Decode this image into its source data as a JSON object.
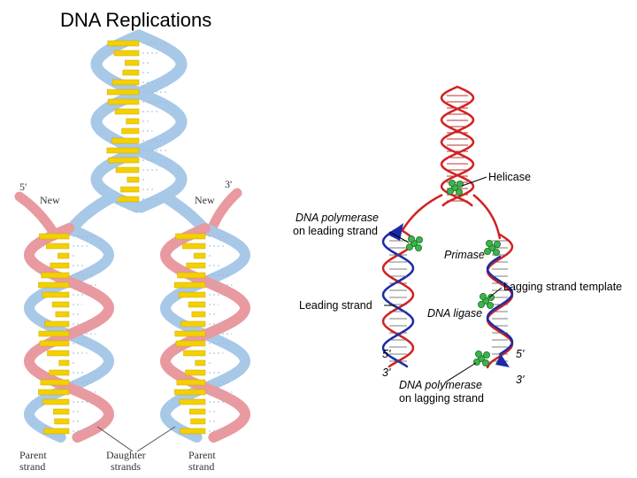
{
  "title": "DNA Replications",
  "left_diagram": {
    "end_5": "5'",
    "end_3": "3'",
    "new_left": "New",
    "new_right": "New",
    "parent_left": [
      "Parent",
      "strand"
    ],
    "daughter": [
      "Daughter",
      "strands"
    ],
    "parent_right": [
      "Parent",
      "strand"
    ]
  },
  "right_diagram": {
    "helicase": "Helicase",
    "pol_leading": [
      "DNA polymerase",
      "on leading strand"
    ],
    "primase": "Primase",
    "lagging_template": "Lagging strand template",
    "leading_strand": "Leading strand",
    "ligase": "DNA ligase",
    "left_5": "5'",
    "left_3": "3'",
    "right_5": "5'",
    "right_3": "3'",
    "pol_lagging": [
      "DNA polymerase",
      "on lagging strand"
    ]
  },
  "colors": {
    "parent_strand": "#a8c8e8",
    "new_strand": "#e89aa0",
    "base_pair": "#f4d000",
    "parent_red": "#d42020",
    "lagging_blue": "#1a2aa8",
    "enzyme": "#3cb44b"
  }
}
